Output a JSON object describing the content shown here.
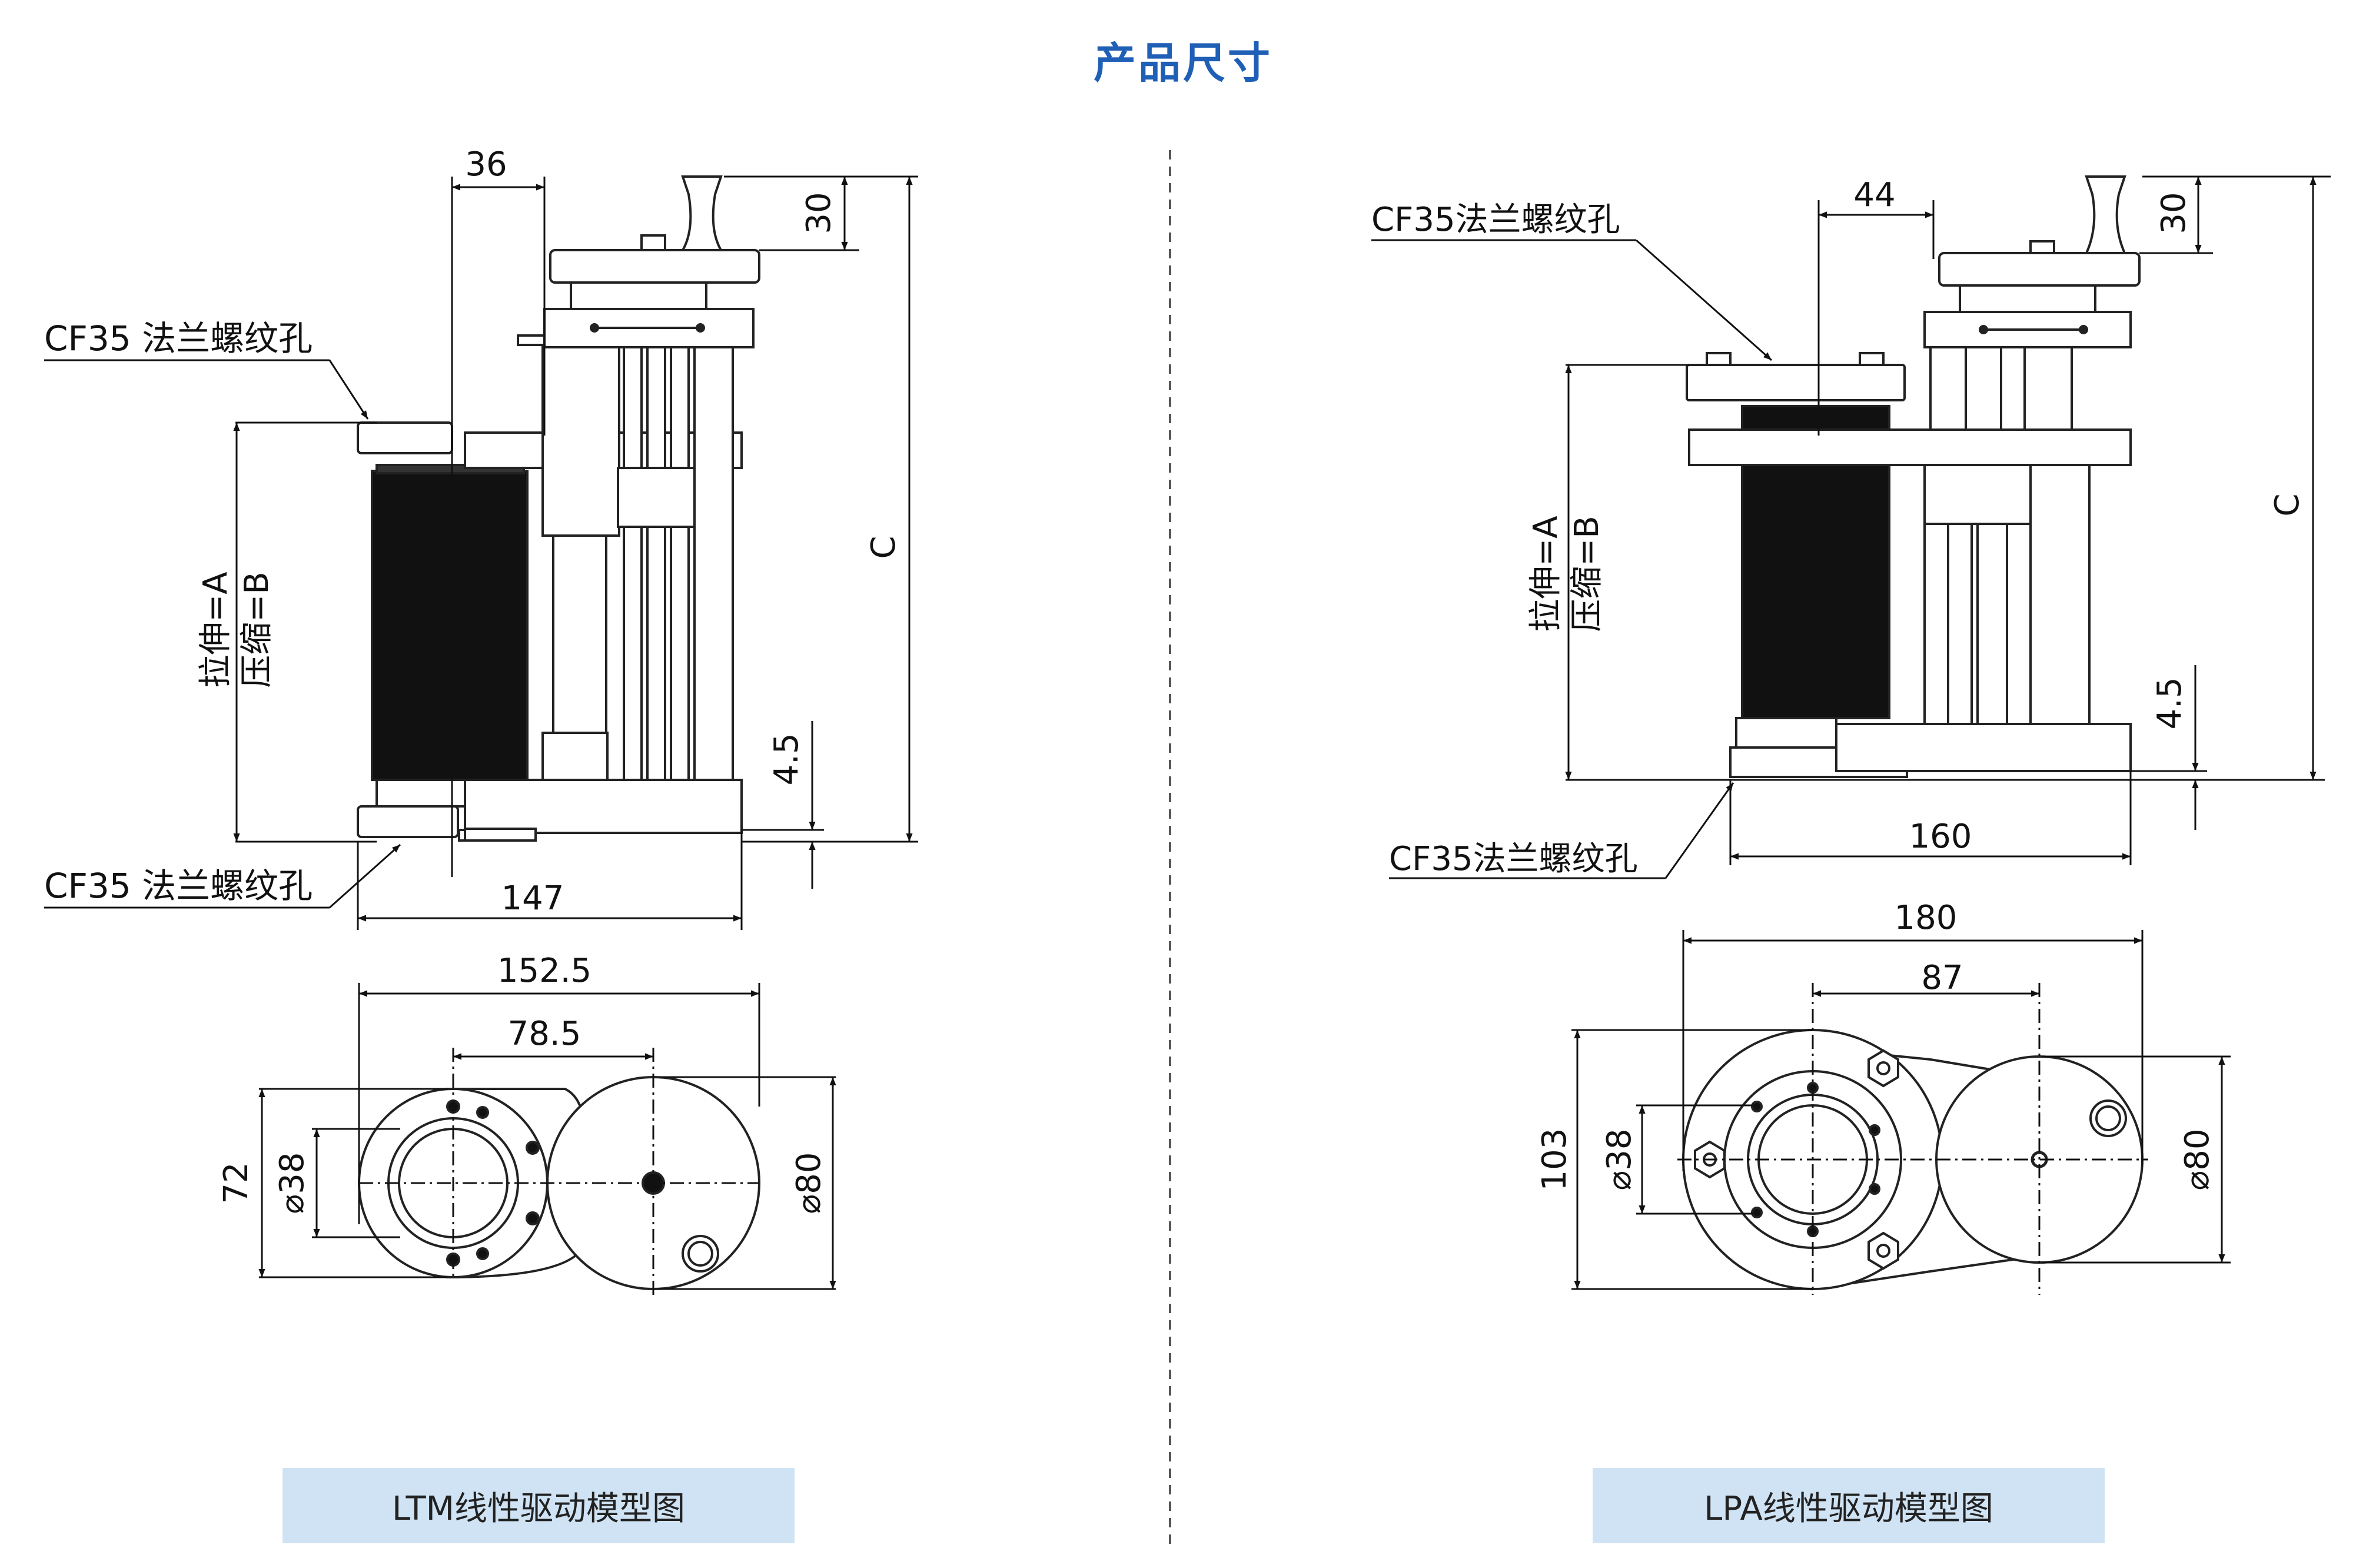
{
  "page_title": "产品尺寸",
  "ltm": {
    "caption": "LTM线性驱动模型图",
    "flange_label_top": "CF35 法兰螺纹孔",
    "flange_label_bottom": "CF35 法兰螺纹孔",
    "dim_36": "36",
    "dim_30": "30",
    "dim_c": "C",
    "dim_4_5": "4.5",
    "dim_147": "147",
    "stroke_stretch": "拉伸=A",
    "stroke_compress": "压缩=B",
    "dim_152_5": "152.5",
    "dim_78_5": "78.5",
    "dim_72": "72",
    "dim_d38": "⌀38",
    "dim_d80": "⌀80"
  },
  "lpa": {
    "caption": "LPA线性驱动模型图",
    "flange_label_top": "CF35法兰螺纹孔",
    "flange_label_bottom": "CF35法兰螺纹孔",
    "dim_44": "44",
    "dim_30": "30",
    "dim_c": "C",
    "dim_4_5": "4.5",
    "dim_160": "160",
    "stroke_stretch": "拉伸=A",
    "stroke_compress": "压缩=B",
    "dim_180": "180",
    "dim_87": "87",
    "dim_103": "103",
    "dim_d38": "⌀38",
    "dim_d80": "⌀80"
  }
}
